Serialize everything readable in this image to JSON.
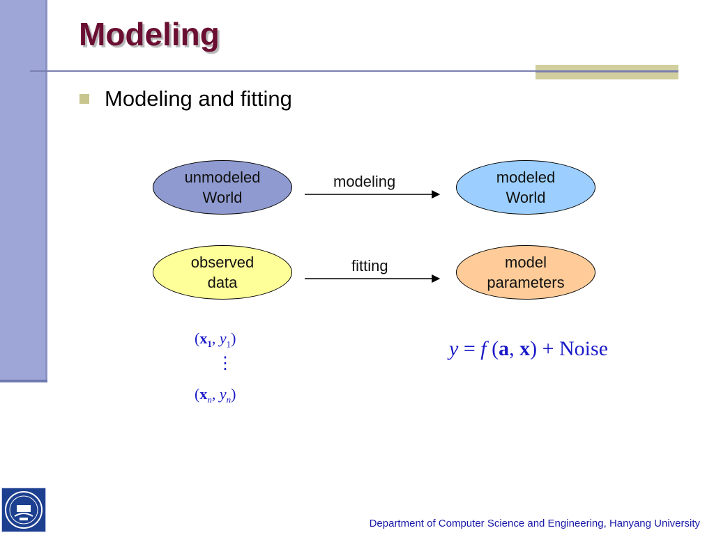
{
  "slide": {
    "title": "Modeling",
    "bullet": "Modeling and fitting"
  },
  "diagram": {
    "top_left": {
      "line1": "unmodeled",
      "line2": "World",
      "fill": "#8f9ad0"
    },
    "top_arrow_label": "modeling",
    "top_right": {
      "line1": "modeled",
      "line2": "World",
      "fill": "#9ccfff"
    },
    "bottom_left": {
      "line1": "observed",
      "line2": "data",
      "fill": "#ffff99"
    },
    "bottom_arrow_label": "fitting",
    "bottom_right": {
      "line1": "model",
      "line2": "parameters",
      "fill": "#ffcc99"
    }
  },
  "data_points": {
    "first_x": "x",
    "first_x_sub": "1",
    "first_y": "y",
    "first_y_sub": "1",
    "dots": "⋮",
    "last_x": "x",
    "last_x_sub": "n",
    "last_y": "y",
    "last_y_sub": "n"
  },
  "equation": {
    "lhs": "y",
    "eq": "=",
    "func": "f",
    "arg_a": "a",
    "arg_x": "x",
    "plus": "+",
    "noise": "Noise"
  },
  "footer": "Department of Computer Science and Engineering, Hanyang University",
  "logo": {
    "icon": "university-seal-icon"
  },
  "colors": {
    "title": "#6b0f32",
    "math": "#1a1ac8",
    "footer": "#1818a8",
    "left_band": "#9da6d6",
    "accent": "#d2cf9e"
  }
}
